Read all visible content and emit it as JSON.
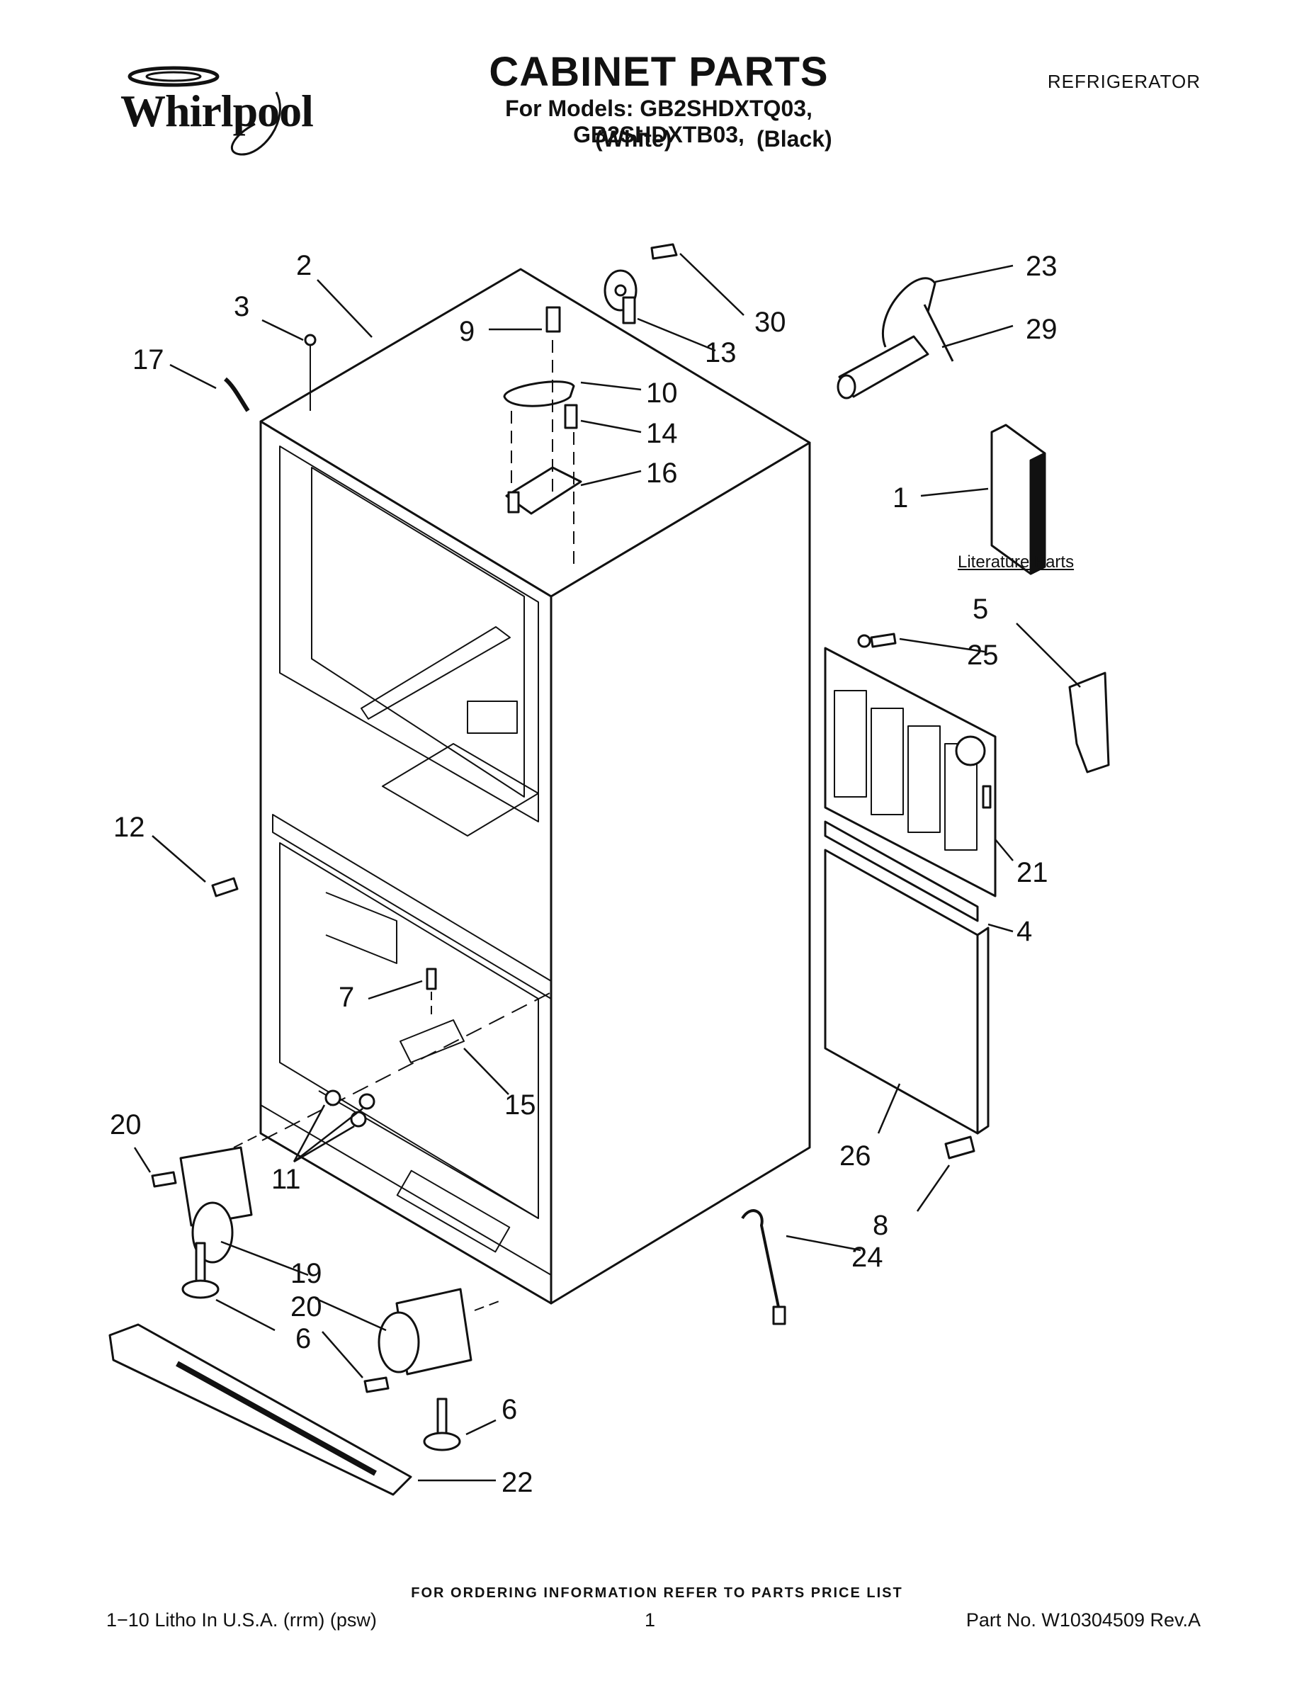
{
  "header": {
    "brand": "Whirlpool",
    "title": "CABINET PARTS",
    "subtitle": "For Models: GB2SHDXTQ03, GB2SHDXTB03,",
    "color_white": "(White)",
    "color_black": "(Black)",
    "category": "REFRIGERATOR"
  },
  "literature_label": "Literature Parts",
  "callouts": {
    "c1": "1",
    "c2": "2",
    "c3": "3",
    "c4": "4",
    "c5": "5",
    "c6a": "6",
    "c6b": "6",
    "c7": "7",
    "c8": "8",
    "c9": "9",
    "c10": "10",
    "c11": "11",
    "c12": "12",
    "c13": "13",
    "c14": "14",
    "c15": "15",
    "c16": "16",
    "c17": "17",
    "c19": "19",
    "c20a": "20",
    "c20b": "20",
    "c21": "21",
    "c22": "22",
    "c23": "23",
    "c24": "24",
    "c25": "25",
    "c26": "26",
    "c29": "29",
    "c30": "30"
  },
  "footer": {
    "note": "FOR ORDERING INFORMATION REFER TO PARTS PRICE LIST",
    "left": "1−10 Litho In U.S.A. (rrm) (psw)",
    "page": "1",
    "part_no": "Part No. W10304509 Rev.A"
  }
}
